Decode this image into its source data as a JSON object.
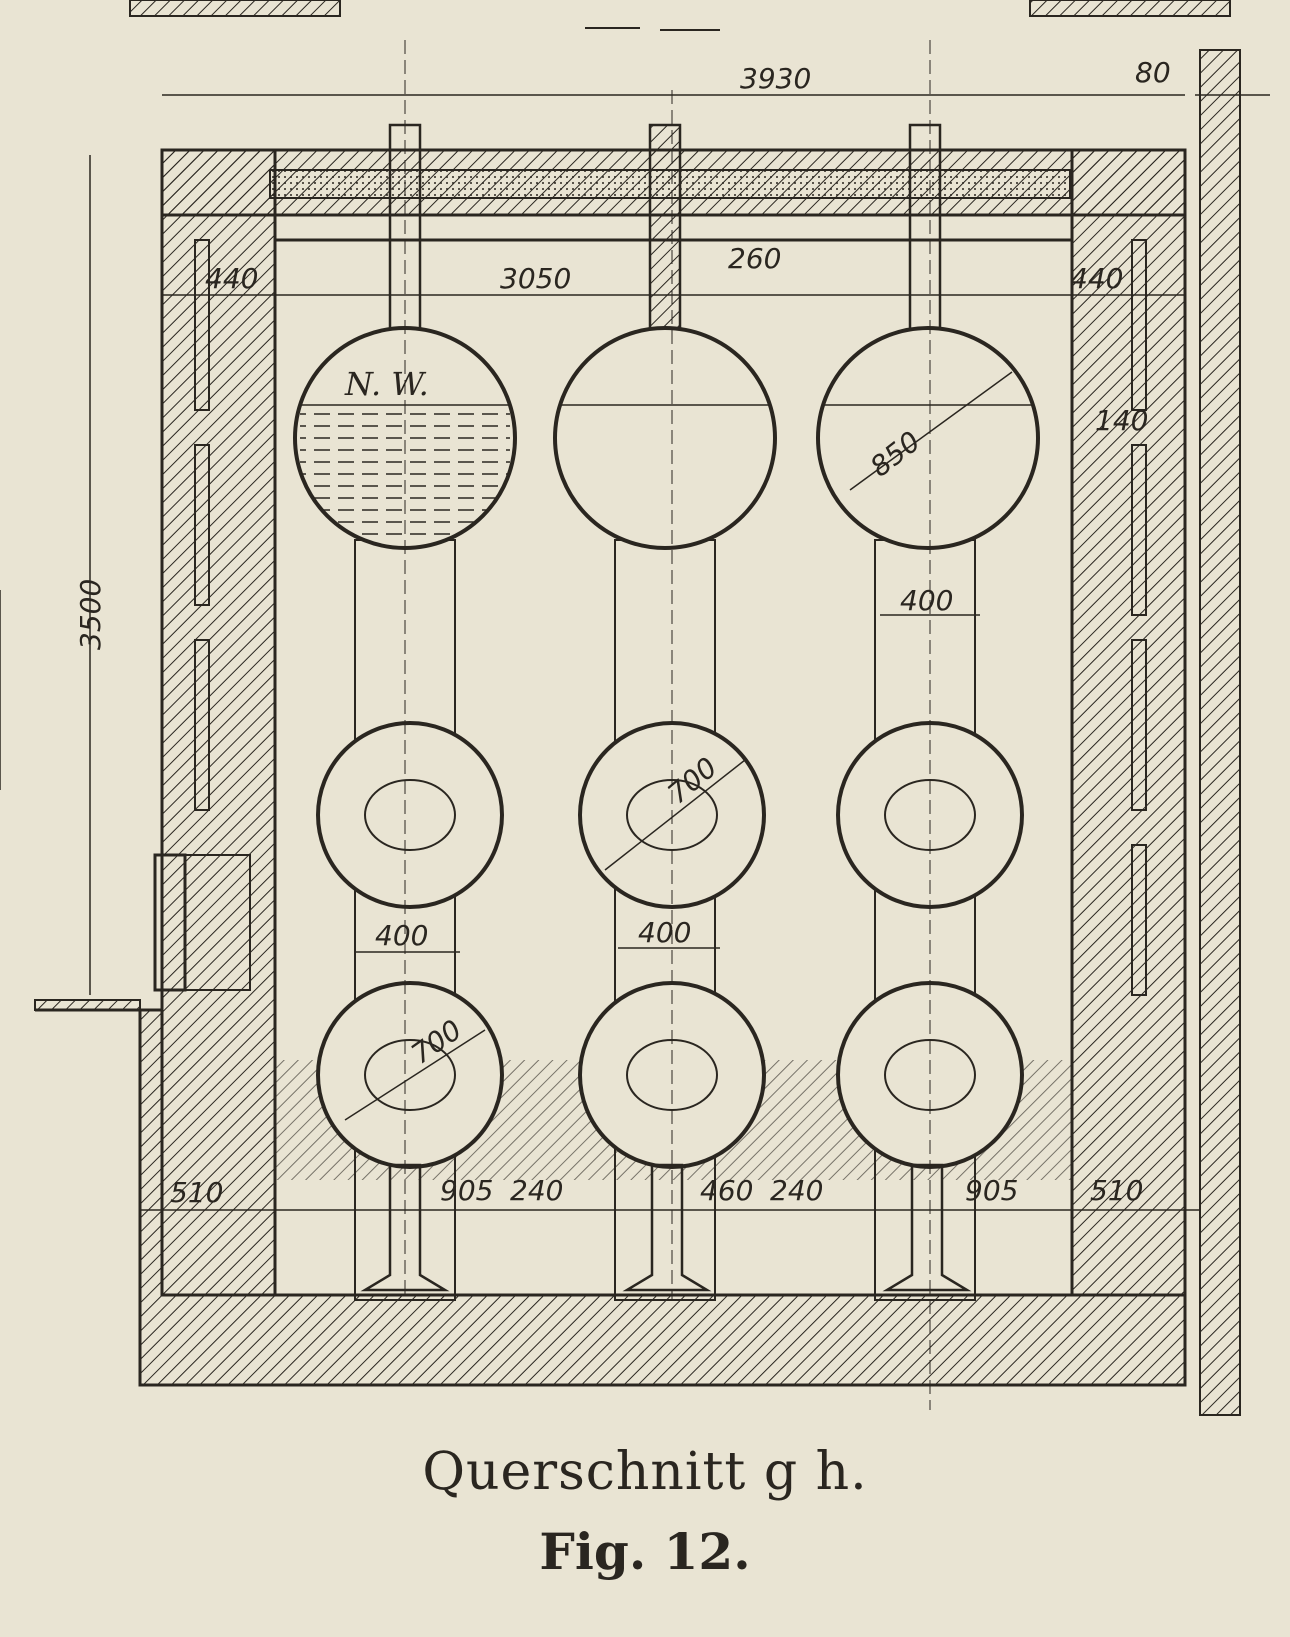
{
  "caption": "Querschnitt g h.",
  "figure_label": "Fig. 12.",
  "dimensions": {
    "overall_width": "3930",
    "outer_wall_gap": "80",
    "height": "3500",
    "left_wall_top": "440",
    "right_wall_top": "440",
    "inner_width": "3050",
    "flue": "260",
    "upper_drum_dia": "850",
    "drum_gap": "140",
    "tube_width_right": "400",
    "tube_width_left": "400",
    "tube_width_mid": "400",
    "lower_drum_dia_mid": "700",
    "lower_drum_dia_left": "700",
    "base_left": "510",
    "base_905_left": "905",
    "base_240_left": "240",
    "base_mid": "460",
    "base_240_right": "240",
    "base_905_right": "905",
    "base_right": "510"
  },
  "drum_label": "N. W."
}
